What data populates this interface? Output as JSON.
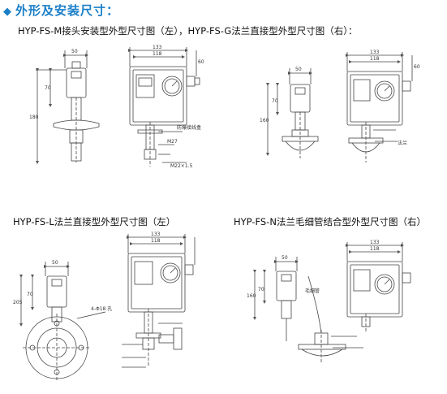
{
  "header": {
    "marker": "◆",
    "title": "外形及安装尺寸："
  },
  "captions": {
    "top": "HYP-FS-M接头安装型外型尺寸图（左），HYP-FS-G法兰直接型外型尺寸图（右）：",
    "bottom_left": "HYP-FS-L法兰直接型外型尺寸图（左）",
    "bottom_right": "HYP-FS-N法兰毛细管结合型外型尺寸图（右）"
  },
  "drawings": {
    "m_type": {
      "dims": {
        "width_top": "50",
        "height_body": "70",
        "height_total": "180",
        "box_width": "133",
        "box_inner": "118",
        "box_side": "60"
      },
      "labels": {
        "cable": "防爆接线盒",
        "thread": "M27",
        "side_note": "M22×1.5"
      }
    },
    "g_type": {
      "dims": {
        "width_top": "50",
        "height_body": "70",
        "height_total": "160",
        "box_width": "133",
        "box_inner": "118",
        "box_side": "60"
      },
      "labels": {
        "flange": "法兰"
      }
    },
    "l_type": {
      "dims": {
        "width_top": "50",
        "height_body": "70",
        "height_total": "205",
        "box_width": "133",
        "box_inner": "118"
      },
      "labels": {
        "note": "4-Φ18 孔"
      }
    },
    "n_type": {
      "dims": {
        "width_top": "50",
        "height_body": "70",
        "height_total": "160",
        "box_width": "133",
        "box_inner": "118"
      },
      "labels": {
        "capillary": "毛细管"
      }
    }
  }
}
